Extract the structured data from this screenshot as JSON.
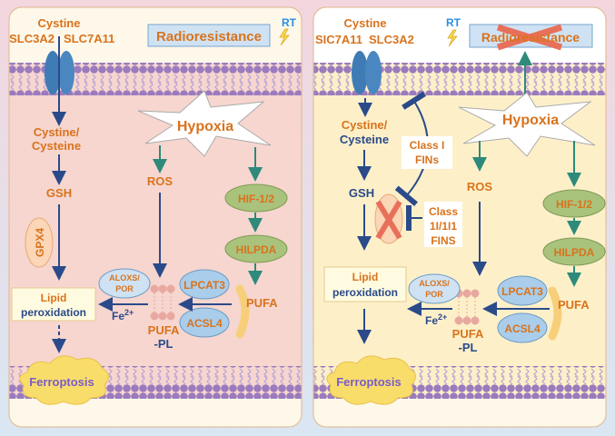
{
  "left_panel": {
    "cystine": "Cystine",
    "transporter_a": "SLC3A2",
    "transporter_b": "SLC7A11",
    "radioresistance": "Radioresistance",
    "rt": "RT",
    "cystine_cysteine_1": "Cystine/",
    "cystine_cysteine_2": "Cysteine",
    "gsh": "GSH",
    "gpx4": "GPX4",
    "lipid_1": "Lipid",
    "lipid_2": "peroxidation",
    "hypoxia": "Hypoxia",
    "ros": "ROS",
    "hif": "HIF-1/2",
    "hilpda": "HILPDA",
    "pufa": "PUFA",
    "lpcat3": "LPCAT3",
    "acsl4": "ACSL4",
    "alox_1": "ALOXS/",
    "alox_2": "POR",
    "fe": "Fe",
    "fe_sup": "2+",
    "pufa_pl_1": "PUFA",
    "pufa_pl_2": "-PL",
    "ferroptosis": "Ferroptosis"
  },
  "right_panel": {
    "cystine": "Cystine",
    "transporter_a": "SIC7A11",
    "transporter_b": "SLC3A2",
    "radioresistance": "Radioresistance",
    "rt": "RT",
    "cystine_cysteine_1": "Cystine/",
    "cystine_cysteine_2": "Cysteine",
    "gsh": "GSH",
    "class1_1": "Class I",
    "class1_2": "FINs",
    "class2_1": "Class",
    "class2_2": "1I/1I1",
    "class2_3": "FINS",
    "lipid_1": "Lipid",
    "lipid_2": "peroxidation",
    "hypoxia": "Hypoxia",
    "ros": "ROS",
    "hif": "HIF-1/2",
    "hilpda": "HILPDA",
    "pufa": "PUFA",
    "lpcat3": "LPCAT3",
    "acsl4": "ACSL4",
    "alox_1": "ALOXS/",
    "alox_2": "POR",
    "fe": "Fe",
    "fe_sup": "2+",
    "pufa_pl_1": "PUFA",
    "pufa_pl_2": "-PL",
    "ferroptosis": "Ferroptosis"
  },
  "colors": {
    "label_orange": "#d9731c",
    "arrow_navy": "#2b4a8a",
    "arrow_teal": "#2e8a7a",
    "membrane_purple": "#9b7bbd",
    "left_cytoplasm": "#f6d6cf",
    "right_cytoplasm": "#fdf0c9",
    "cross_red": "#e8705a"
  }
}
